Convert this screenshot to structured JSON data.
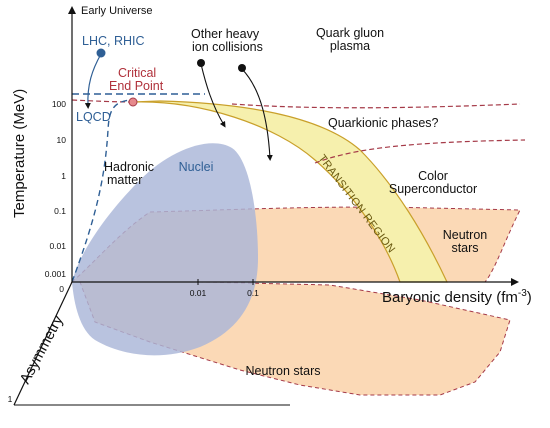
{
  "diagram": {
    "axes": {
      "y_title": "Temperature (MeV)",
      "x_title": "Baryonic density (fm",
      "x_title_exponent": "-3",
      "x_title_close": ")",
      "z_title": "Asymmetry",
      "y_top_label": "Early Universe",
      "y_ticks": [
        "100",
        "10",
        "1",
        "0.1",
        "0.01",
        "0.001"
      ],
      "origin_label": "0",
      "x_ticks": [
        "0.01",
        "0.1"
      ],
      "z_end_label": "1"
    },
    "labels": {
      "lhc_rhic": "LHC, RHIC",
      "lqcd": "LQCD",
      "critical_end_point_1": "Critical",
      "critical_end_point_2": "End Point",
      "heavy_ion_1": "Other heavy",
      "heavy_ion_2": "ion collisions",
      "qgp_1": "Quark gluon",
      "qgp_2": "plasma",
      "quarkionic": "Quarkionic phases?",
      "hadronic_1": "Hadronic",
      "hadronic_2": "matter",
      "nuclei": "Nuclei",
      "transition_region": "TRANSITION REGION",
      "color_sc_1": "Color",
      "color_sc_2": "Superconductor",
      "neutron_stars_upper_1": "Neutron",
      "neutron_stars_upper_2": "stars",
      "neutron_stars_lower": "Neutron stars"
    },
    "colors": {
      "nuclei_fill": "#a9b6d8",
      "neutron_star_fill": "#fbd9b6",
      "transition_fill": "#f6f0ad",
      "transition_stroke": "#c9a02b",
      "dashed_red": "#a53a48",
      "dashed_blue": "#2f5f95",
      "lhc_dot": "#2f5f95",
      "critical_point": "#e6898c"
    }
  }
}
